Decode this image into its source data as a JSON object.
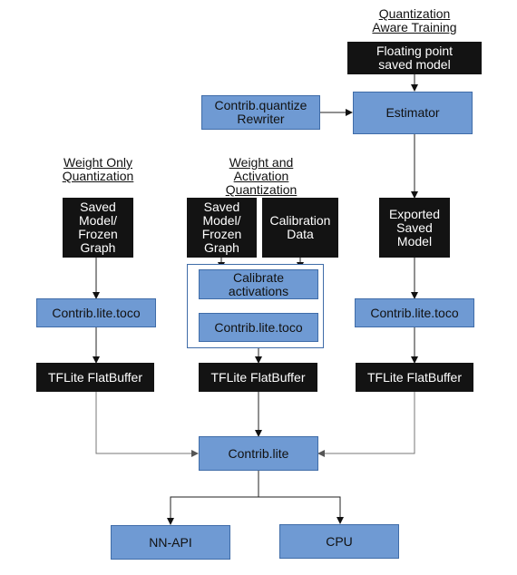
{
  "colors": {
    "blue_box": "#6f9ad3",
    "black_box": "#131313",
    "line": "#333333"
  },
  "headings": {
    "qat": "Quantization\nAware Training",
    "weight_only": "Weight Only\nQuantization",
    "weight_activation": "Weight and\nActivation\nQuantization"
  },
  "nodes": {
    "floating_point": "Floating point\nsaved model",
    "contrib_quantize": "Contrib.quantize\nRewriter",
    "estimator": "Estimator",
    "saved_model_left": "Saved\nModel/\nFrozen\nGraph",
    "saved_model_mid": "Saved\nModel/\nFrozen\nGraph",
    "calibration_data": "Calibration\nData",
    "exported_saved_model": "Exported\nSaved\nModel",
    "calibrate_activations": "Calibrate\nactivations",
    "toco_left": "Contrib.lite.toco",
    "toco_mid": "Contrib.lite.toco",
    "toco_right": "Contrib.lite.toco",
    "flatbuffer_left": "TFLite FlatBuffer",
    "flatbuffer_mid": "TFLite FlatBuffer",
    "flatbuffer_right": "TFLite FlatBuffer",
    "contrib_lite": "Contrib.lite",
    "nnapi": "NN-API",
    "cpu": "CPU"
  }
}
